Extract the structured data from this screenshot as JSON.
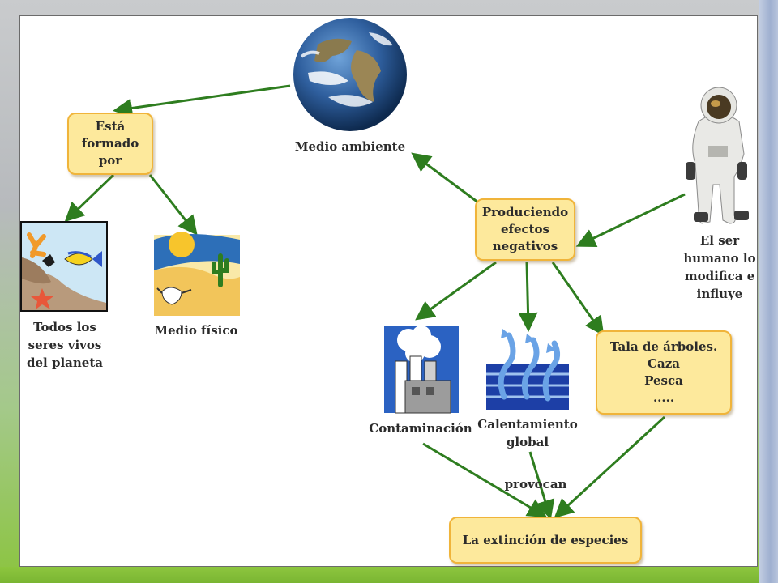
{
  "diagram": {
    "center": "Medio ambiente",
    "composition_box": "Está\nformado\npor",
    "components": [
      "Todos los\nseres vivos\ndel planeta",
      "Medio físico"
    ],
    "actor": "El ser\nhumano lo\nmodifica e\ninfluye",
    "effects_box": "Produciendo\nefectos\nnegativos",
    "effects": [
      "Contaminación",
      "Calentamiento\nglobal"
    ],
    "activities_box": "Tala de árboles.\nCaza\nPesca\n.....",
    "connector": "provocan",
    "result_box": "La extinción de especies"
  },
  "icons": {
    "center": "earth-globe",
    "actor": "astronaut",
    "living": "sea-life-clipart",
    "physical": "desert-clipart",
    "pollution": "factory-smoke-clipart",
    "warming": "rising-heat-waves-clipart"
  },
  "colors": {
    "box_fill": "#fde99c",
    "box_border": "#f0b43a",
    "arrow": "#2e7d1f"
  }
}
